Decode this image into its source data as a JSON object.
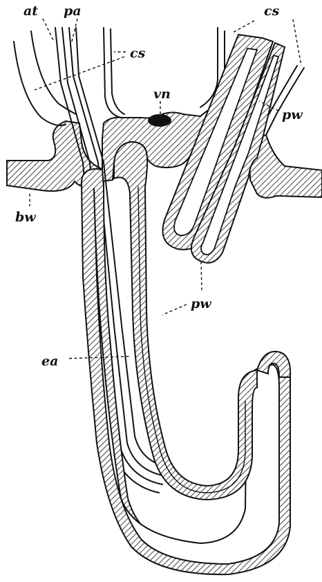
{
  "labels": {
    "at": "at",
    "pa": "pa",
    "cs_top_left": "cs",
    "cs_top_right": "cs",
    "vn": "vn",
    "pw_upper": "pw",
    "bw": "bw",
    "pw_lower": "pw",
    "ea": "ea"
  },
  "colors": {
    "ink": "#111111",
    "background": "#ffffff"
  }
}
